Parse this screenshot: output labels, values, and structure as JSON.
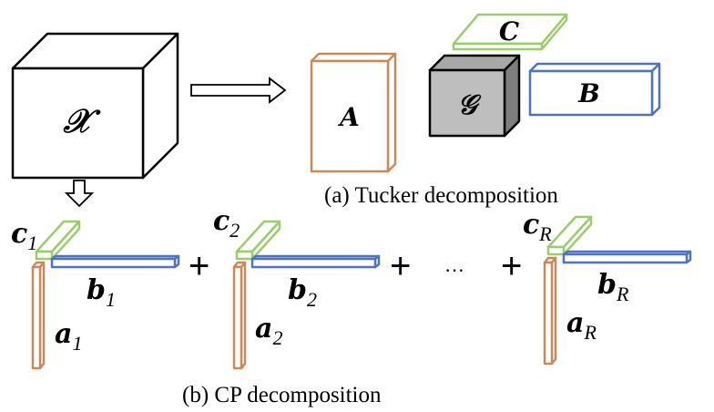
{
  "colors": {
    "orange": "#C98A5A",
    "green": "#9ACD6A",
    "blue": "#4F72C4",
    "core_front": "#BEBEBE",
    "core_top": "#A8A8A8",
    "core_side": "#7E7E7E"
  },
  "tucker": {
    "tensor_label": "𝒳",
    "factor_a": "A",
    "factor_b": "B",
    "factor_c": "C",
    "core": "𝒢",
    "caption": "(a) Tucker decomposition"
  },
  "cp": {
    "terms": [
      {
        "c_base": "c",
        "c_sub": "1",
        "b_base": "b",
        "b_sub": "1",
        "a_base": "a",
        "a_sub": "1"
      },
      {
        "c_base": "c",
        "c_sub": "2",
        "b_base": "b",
        "b_sub": "2",
        "a_base": "a",
        "a_sub": "2"
      },
      {
        "c_base": "c",
        "c_sub": "R",
        "b_base": "b",
        "b_sub": "R",
        "a_base": "a",
        "a_sub": "R"
      }
    ],
    "plus": "+",
    "ellipsis": "···",
    "caption": "(b) CP decomposition"
  }
}
